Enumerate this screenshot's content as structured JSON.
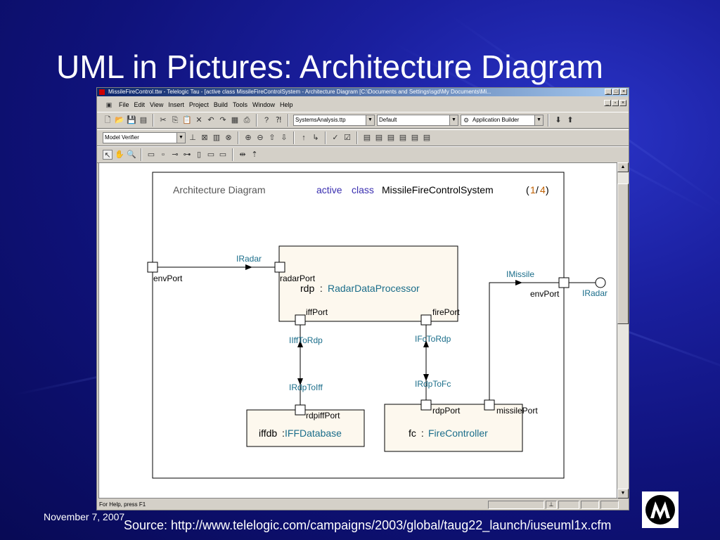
{
  "slide": {
    "title": "UML in Pictures: Architecture Diagram",
    "date": "November 7, 2007",
    "source": "Source: http://www.telelogic.com/campaigns/2003/global/taug22_launch/iuseuml1x.cfm"
  },
  "window": {
    "title": "MissileFireControl.ttw - Telelogic Tau - [active class MissileFireControlSystem - Architecture Diagram [C:\\Documents and Settings\\sgd\\My Documents\\Mi...",
    "menu": [
      "File",
      "Edit",
      "View",
      "Insert",
      "Project",
      "Build",
      "Tools",
      "Window",
      "Help"
    ],
    "toolbar": {
      "project_combo": "SystemsAnalysis.ttp",
      "config_combo": "Default",
      "builder_combo": "Application Builder",
      "verifier_combo": "Model Verifier"
    },
    "status": "For Help, press F1"
  },
  "diagram": {
    "heading": "Architecture Diagram",
    "kw_active": "active",
    "kw_class": "class",
    "class_name": "MissileFireControlSystem",
    "page_open": "(",
    "page_cur": "1",
    "page_slash": "/",
    "page_total": "4",
    "page_close": ")",
    "left_port": "envPort",
    "left_iface": "IRadar",
    "right_port": "envPort",
    "right_iface_in": "IMissile",
    "right_iface_out": "IRadar",
    "rdp": {
      "name": "rdp",
      "sep": " : ",
      "type": "RadarDataProcessor",
      "radar_port": "radarPort",
      "iff_port": "iffPort",
      "fire_port": "firePort"
    },
    "iffdb": {
      "name": "iffdb",
      "sep": ":",
      "type": "IFFDatabase",
      "port": "rdpiffPort"
    },
    "fc": {
      "name": "fc",
      "sep": " : ",
      "type": "FireController",
      "rdp_port": "rdpPort",
      "missile_port": "missilePort"
    },
    "iff_to_rdp": "IIffToRdp",
    "rdp_to_iff": "IRdpToIff",
    "fc_to_rdp": "IFcToRdp",
    "rdp_to_fc": "IRdpToFc"
  },
  "colors": {
    "iface": "#1a6d8a",
    "keyword": "#3a2fb0",
    "page_num": "#c06000",
    "part_fill": "#fdf8ee",
    "title_bar": "#0a246a"
  }
}
